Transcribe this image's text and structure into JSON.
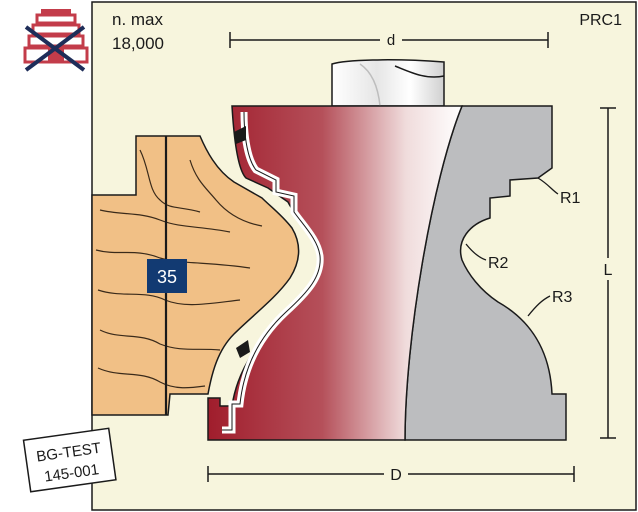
{
  "speed": {
    "label": "n. max",
    "value": "18,000"
  },
  "model_code": "PRC1",
  "dimensions": {
    "cutting_diameter": "d",
    "body_diameter": "D",
    "length": "L"
  },
  "radii": [
    "R1",
    "R2",
    "R3"
  ],
  "test_badge": {
    "line1": "BG-TEST",
    "line2": "145-001"
  },
  "thickness_badge": "35",
  "colors": {
    "panel": "#f7f5dd",
    "wood": "#f1c086",
    "cutter_red": "#a3212f",
    "steel": "#bcbdbf",
    "badge_blue": "#123a72",
    "icon_red": "#c33c4a",
    "icon_navy": "#1e2d59"
  },
  "icons": [
    "no-handfeed-icon"
  ]
}
